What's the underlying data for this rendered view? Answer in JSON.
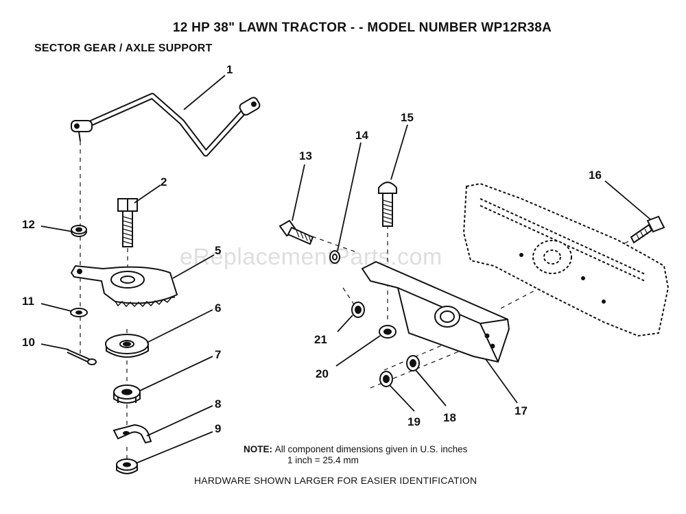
{
  "header": {
    "title": "12 HP 38\" LAWN TRACTOR - - MODEL NUMBER WP12R38A",
    "subtitle": "SECTOR GEAR / AXLE SUPPORT"
  },
  "watermark": "eReplacementParts.com",
  "callouts": [
    "1",
    "2",
    "5",
    "6",
    "7",
    "8",
    "9",
    "10",
    "11",
    "12",
    "13",
    "14",
    "15",
    "16",
    "17",
    "18",
    "19",
    "20",
    "21"
  ],
  "note": {
    "label": "NOTE:",
    "line1": "All component dimensions given in U.S. inches",
    "line2": "1 inch = 25.4 mm"
  },
  "footer": {
    "hardware": "HARDWARE SHOWN LARGER FOR EASIER IDENTIFICATION"
  },
  "colors": {
    "ink": "#111111",
    "watermark": "#a0a0a0"
  }
}
